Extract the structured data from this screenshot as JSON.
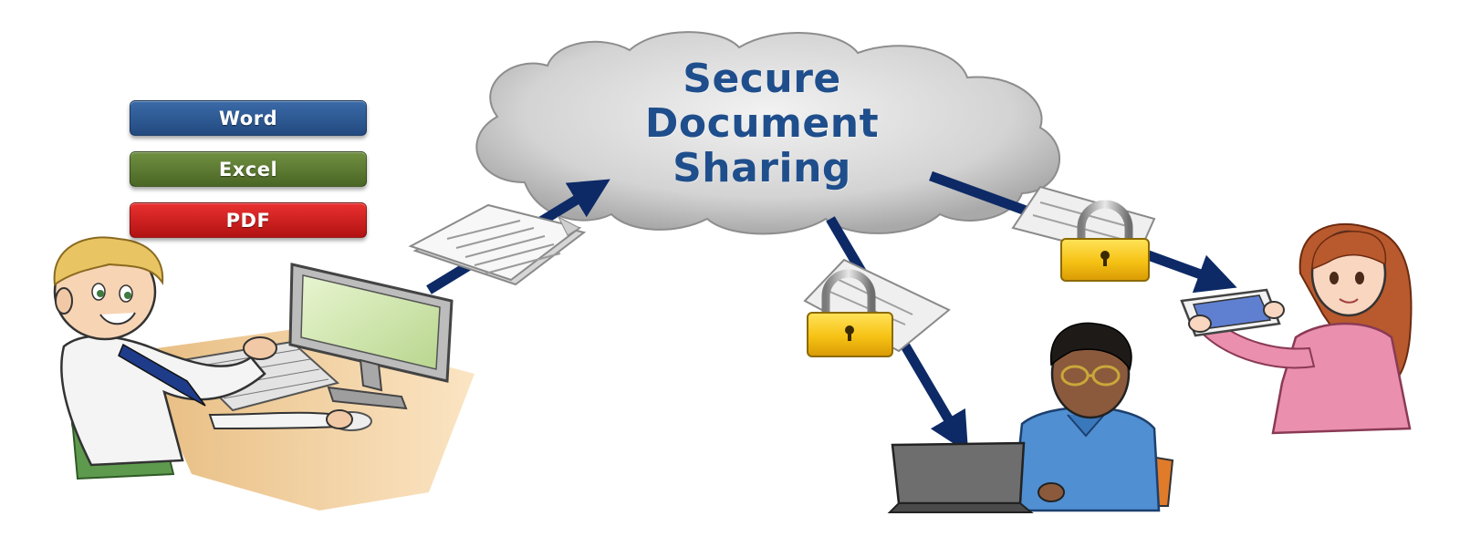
{
  "title": {
    "line1": "Secure",
    "line2": "Document",
    "line3": "Sharing"
  },
  "file_types": [
    {
      "label": "Word",
      "color": "#2a578f"
    },
    {
      "label": "Excel",
      "color": "#5b7a2e"
    },
    {
      "label": "PDF",
      "color": "#d41c1c"
    }
  ],
  "colors": {
    "title": "#1f4e8c",
    "arrow": "#0d2a66",
    "lock": "#f3c319",
    "cloud": "#cfcfcf"
  }
}
